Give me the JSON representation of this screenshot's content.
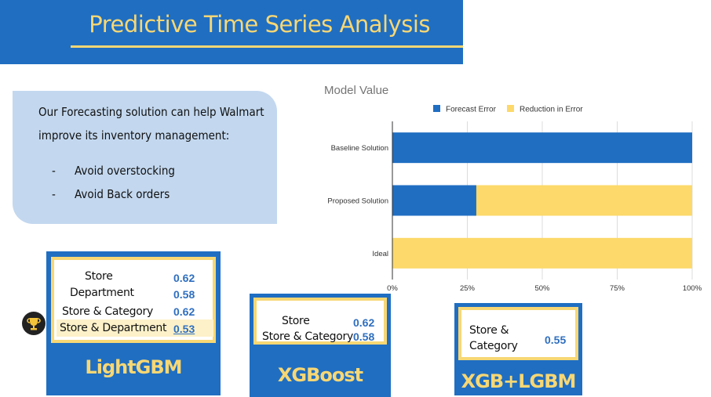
{
  "header": {
    "title": "Predictive Time Series Analysis"
  },
  "intro": {
    "lines": [
      "Our Forecasting solution can help Walmart",
      "improve its inventory management:"
    ],
    "bullets": [
      "Avoid overstocking",
      "Avoid Back orders"
    ],
    "bullet_marker": "-"
  },
  "models": {
    "lightgbm": {
      "name": "LightGBM",
      "rows": [
        {
          "label": "Store",
          "value": "0.62"
        },
        {
          "label": "Department",
          "value": "0.58"
        },
        {
          "label": "Store & Category",
          "value": "0.62"
        },
        {
          "label": "Store & Department",
          "value": "0.53",
          "best": true
        }
      ],
      "best_icon": "trophy-icon"
    },
    "xgboost": {
      "name": "XGBoost",
      "rows": [
        {
          "label": "Store",
          "value": "0.62"
        },
        {
          "label": "Store & Category",
          "value": "0.58"
        }
      ]
    },
    "xgb_lgbm": {
      "name": "XGB+LGBM",
      "rows": [
        {
          "label_lines": [
            "Store &",
            "Category"
          ],
          "value": "0.55"
        }
      ]
    }
  },
  "colors": {
    "banner": "#1f6ec2",
    "accent": "#f7d774",
    "forecast_error": "#1f6ec2",
    "reduction": "#fcd96a"
  },
  "chart_data": {
    "type": "bar",
    "orientation": "horizontal",
    "stacked": true,
    "title": "Model Value",
    "categories": [
      "Baseline Solution",
      "Proposed Solution",
      "Ideal"
    ],
    "series": [
      {
        "name": "Forecast Error",
        "values": [
          100,
          28,
          0
        ],
        "color": "#1f6ec2"
      },
      {
        "name": "Reduction in Error",
        "values": [
          0,
          72,
          100
        ],
        "color": "#fcd96a"
      }
    ],
    "xlim": [
      0,
      100
    ],
    "xticks": [
      "0%",
      "25%",
      "50%",
      "75%",
      "100%"
    ],
    "grid": true,
    "legend": "top"
  }
}
